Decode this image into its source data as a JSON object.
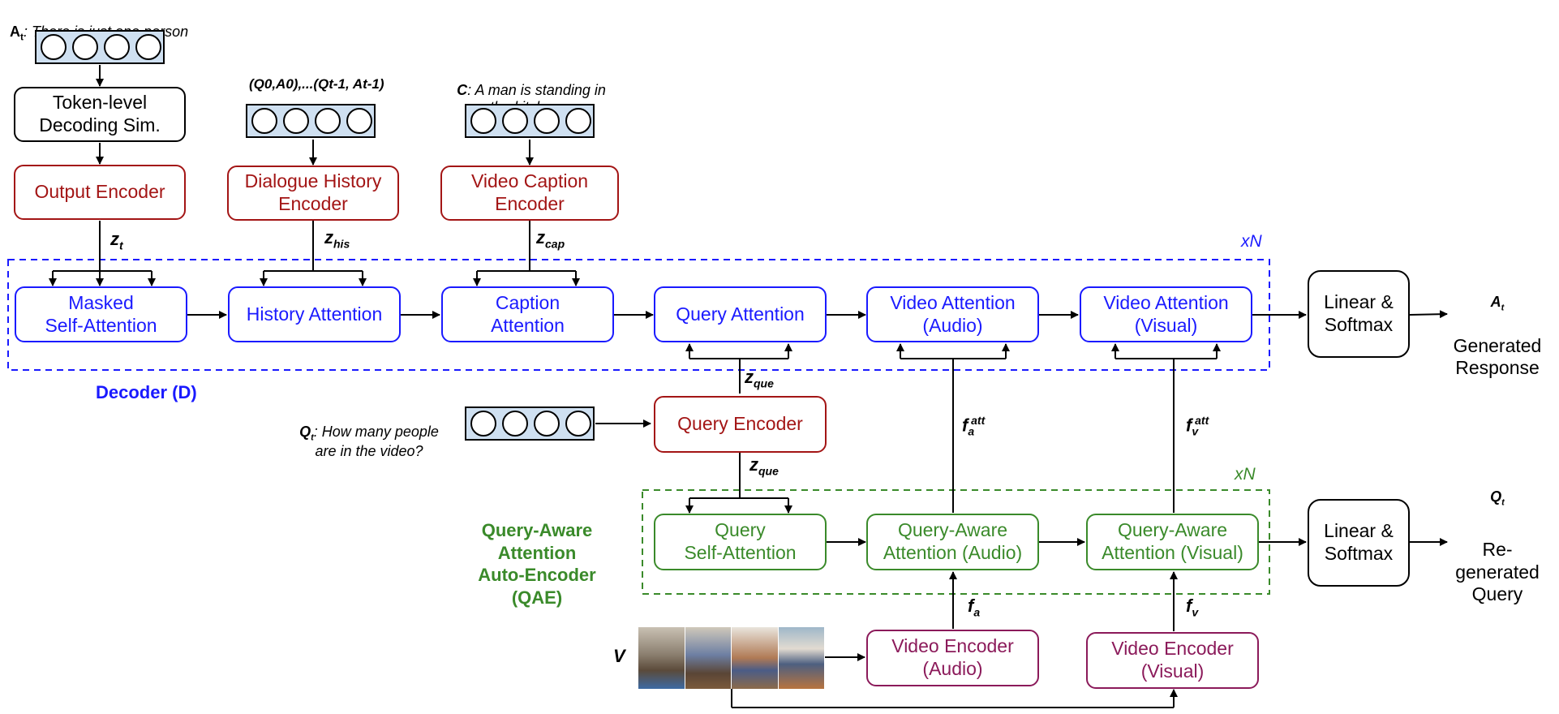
{
  "top_input": {
    "prefix": "A",
    "sub": "t",
    "text": ": There is just one person"
  },
  "token_decoding": "Token-level\nDecoding Sim.",
  "output_encoder": "Output Encoder",
  "history_input": "(Q0,A0),...(Qt-1, At-1)",
  "dialogue_history_encoder": "Dialogue History\nEncoder",
  "caption_input": {
    "prefix": "C",
    "text": ": A man is standing in\nthe kitchen..."
  },
  "video_caption_encoder": "Video Caption\nEncoder",
  "decoder": {
    "label": "Decoder (D)",
    "repeat": "xN",
    "blocks": [
      "Masked\nSelf-Attention",
      "History Attention",
      "Caption\nAttention",
      "Query Attention",
      "Video Attention\n(Audio)",
      "Video Attention\n(Visual)"
    ]
  },
  "linear_softmax_1": "Linear &\nSoftmax",
  "output_1": {
    "sym": "A",
    "sub": "t",
    "text": "Generated\nResponse"
  },
  "query_input": {
    "prefix": "Q",
    "sub": "t",
    "text": ": How many people\nare in the video?"
  },
  "query_encoder": "Query Encoder",
  "qae": {
    "label": "Query-Aware\nAttention\nAuto-Encoder\n(QAE)",
    "repeat": "xN",
    "blocks": [
      "Query\nSelf-Attention",
      "Query-Aware\nAttention (Audio)",
      "Query-Aware\nAttention (Visual)"
    ]
  },
  "linear_softmax_2": "Linear &\nSoftmax",
  "output_2": {
    "sym": "Q",
    "sub": "t",
    "text": "Re-\ngenerated\nQuery"
  },
  "video_label": "V",
  "video_encoder_audio": "Video Encoder\n(Audio)",
  "video_encoder_visual": "Video Encoder\n(Visual)",
  "symbols": {
    "z_t": {
      "base": "z",
      "sub": "t"
    },
    "z_his": {
      "base": "z",
      "sub": "his"
    },
    "z_cap": {
      "base": "z",
      "sub": "cap"
    },
    "z_que_1": {
      "base": "z",
      "sub": "que"
    },
    "z_que_2": {
      "base": "z",
      "sub": "que"
    },
    "fa_att": {
      "base": "f",
      "sub": "a",
      "sup": "att"
    },
    "fv_att": {
      "base": "f",
      "sub": "v",
      "sup": "att"
    },
    "f_a": {
      "base": "f",
      "sub": "a"
    },
    "f_v": {
      "base": "f",
      "sub": "v"
    }
  },
  "colors": {
    "encoder": "#a31515",
    "decoder": "#1a1aff",
    "qae": "#3a8a2a",
    "video_encoder": "#8b1a5a",
    "token_fill": "#cfe0f1"
  }
}
